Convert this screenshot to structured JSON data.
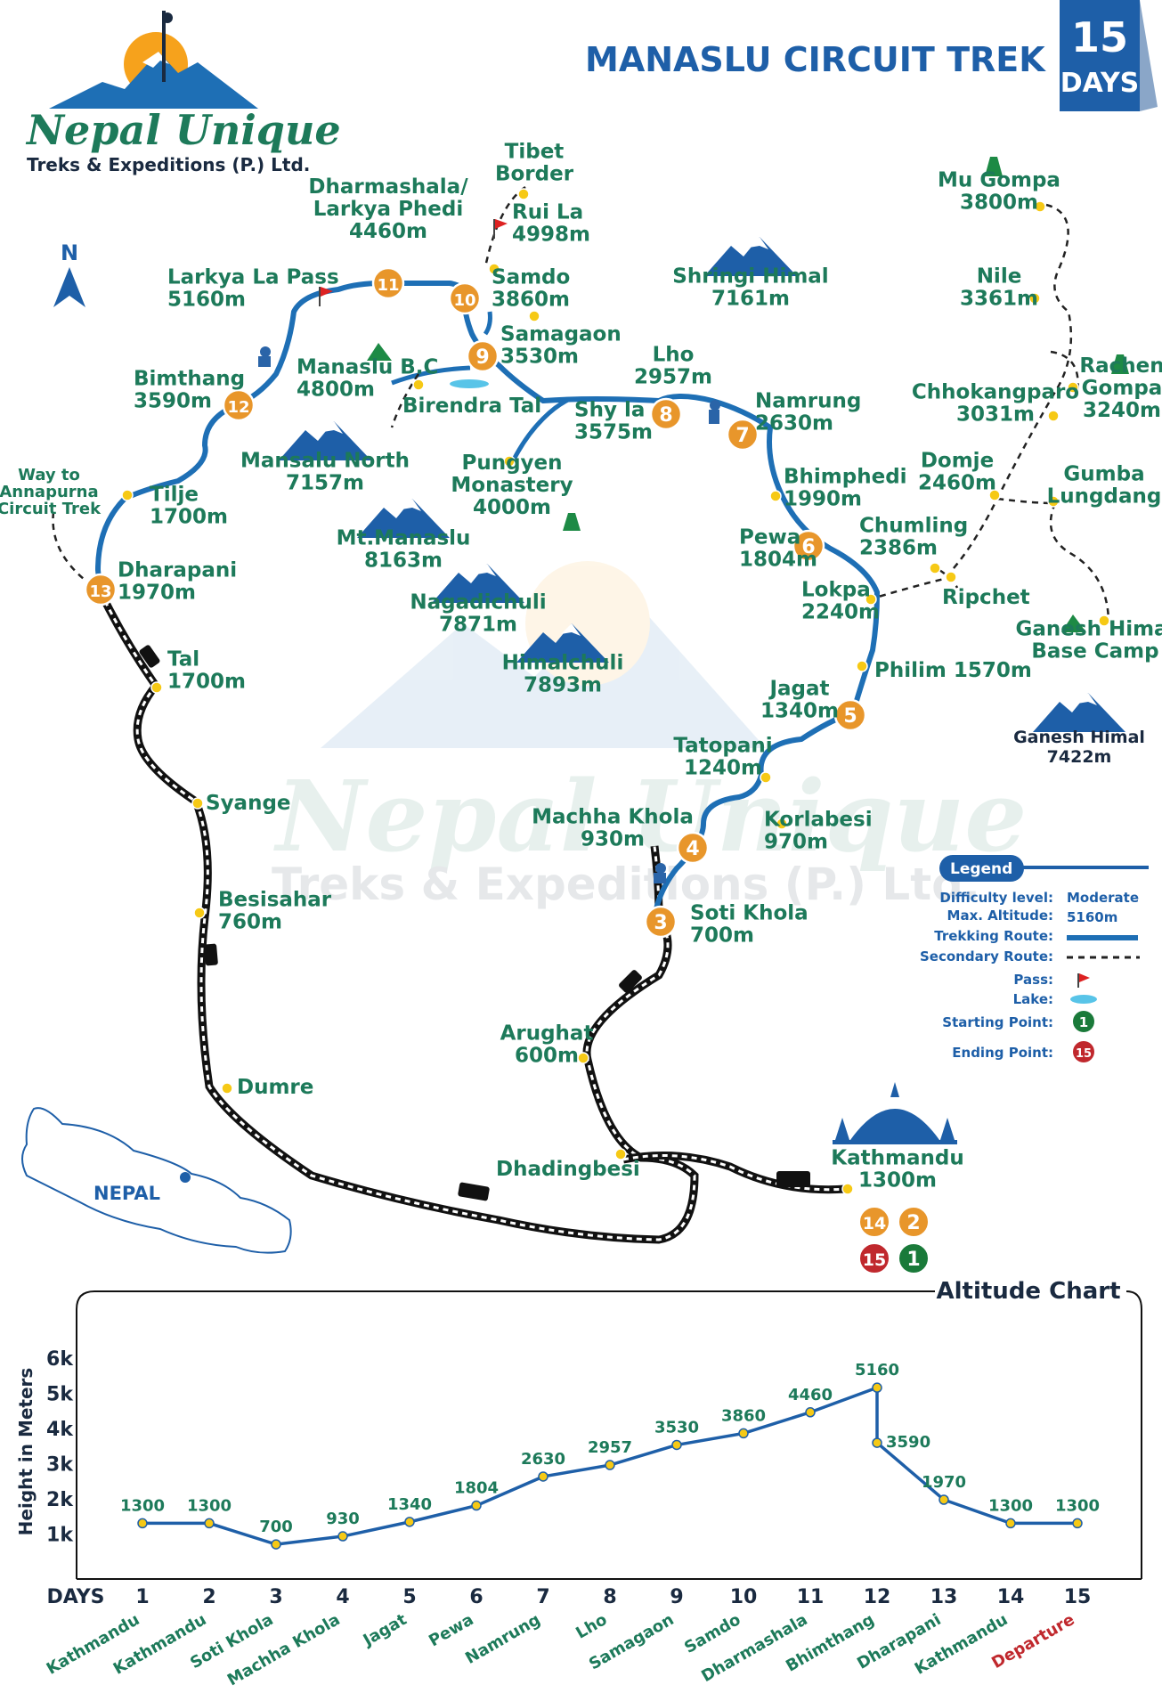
{
  "title": "MANASLU CIRCUIT TREK",
  "badge": {
    "number": "15",
    "unit": "DAYS"
  },
  "logo": {
    "name": "Nepal Unique",
    "subtitle": "Treks & Expeditions (P.) Ltd."
  },
  "compass": "N",
  "colors": {
    "route": "#1e6fb5",
    "label": "#1d7a5a",
    "day_marker": "#e8962b",
    "start": "#1a7a3a",
    "end": "#c0282d",
    "point": "#f6c915"
  },
  "places": {
    "tibet": [
      "Tibet",
      "Border"
    ],
    "ruila": [
      "Rui La",
      "4998m"
    ],
    "dharmashala": [
      "Dharmashala/",
      "Larkya Phedi",
      "4460m"
    ],
    "larkya": [
      "Larkya La Pass",
      "5160m"
    ],
    "samdo": [
      "Samdo",
      "3860m"
    ],
    "samagaon": [
      "Samagaon",
      "3530m"
    ],
    "manaslubc": [
      "Manaslu B.C",
      "4800m"
    ],
    "birendra": "Birendra Tal",
    "bimthang": [
      "Bimthang",
      "3590m"
    ],
    "wayto": [
      "Way to",
      "Annapurna",
      "Circuit Trek"
    ],
    "tilje": [
      "Tilje",
      "1700m"
    ],
    "dharapani": [
      "Dharapani",
      "1970m"
    ],
    "tal": [
      "Tal",
      "1700m"
    ],
    "syange": "Syange",
    "besisahar": [
      "Besisahar",
      "760m"
    ],
    "dumre": "Dumre",
    "lho": [
      "Lho",
      "2957m"
    ],
    "shyla": [
      "Shy la",
      "3575m"
    ],
    "namrung": [
      "Namrung",
      "2630m"
    ],
    "pungyen": [
      "Pungyen",
      "Monastery",
      "4000m"
    ],
    "bhimphedi": [
      "Bhimphedi",
      "1990m"
    ],
    "pewa": [
      "Pewa",
      "1804m"
    ],
    "lokpa": [
      "Lokpa",
      "2240m"
    ],
    "chumling": [
      "Chumling",
      "2386m"
    ],
    "ripchet": "Ripchet",
    "philim": "Philim 1570m",
    "jagat": [
      "Jagat",
      "1340m"
    ],
    "tatopani": [
      "Tatopani",
      "1240m"
    ],
    "machha": [
      "Machha Khola",
      "930m"
    ],
    "korlabesi": [
      "Korlabesi",
      "970m"
    ],
    "soti": [
      "Soti Khola",
      "700m"
    ],
    "arughat": [
      "Arughat",
      "600m"
    ],
    "dhadingbesi": "Dhadingbesi",
    "kathmandu": [
      "Kathmandu",
      "1300m"
    ],
    "mugompa": [
      "Mu Gompa",
      "3800m"
    ],
    "nile": [
      "Nile",
      "3361m"
    ],
    "chhokang": [
      "Chhokangparo",
      "3031m"
    ],
    "rachen": [
      "Rachen",
      "Gompa",
      "3240m"
    ],
    "domje": [
      "Domje",
      "2460m"
    ],
    "gumba": [
      "Gumba",
      "Lungdang"
    ],
    "ganeshbc": [
      "Ganesh Himal",
      "Base Camp"
    ],
    "nepal": "NEPAL"
  },
  "mountains": {
    "shringi": [
      "Shringi Himal",
      "7161m"
    ],
    "mansalunorth": [
      "Mansalu North",
      "7157m"
    ],
    "mtmanaslu": [
      "Mt.Manaslu",
      "8163m"
    ],
    "nagadichuli": [
      "Nagadichuli",
      "7871m"
    ],
    "himalchuli": [
      "Himalchuli",
      "7893m"
    ],
    "ganesh": [
      "Ganesh Himal",
      "7422m"
    ]
  },
  "legend": {
    "title": "Legend",
    "difficulty_label": "Difficulty level:",
    "difficulty_value": "Moderate",
    "altitude_label": "Max. Altitude:",
    "altitude_value": "5160m",
    "trekking": "Trekking Route:",
    "secondary": "Secondary Route:",
    "pass": "Pass:",
    "lake": "Lake:",
    "starting": "Starting Point:",
    "ending": "Ending Point:",
    "start_num": "1",
    "end_num": "15"
  },
  "day_markers": [
    "2",
    "3",
    "4",
    "5",
    "6",
    "7",
    "8",
    "9",
    "10",
    "11",
    "12",
    "13",
    "14"
  ],
  "kathmandu_markers": [
    "14",
    "2",
    "15",
    "1"
  ],
  "chart_data": {
    "type": "line",
    "title": "Altitude Chart",
    "ylabel": "Height in Meters",
    "xlabel": "DAYS",
    "ytick_labels": [
      "1k",
      "2k",
      "3k",
      "4k",
      "5k",
      "6k"
    ],
    "yticks": [
      1000,
      2000,
      3000,
      4000,
      5000,
      6000
    ],
    "ylim": [
      500,
      6000
    ],
    "x": [
      1,
      2,
      3,
      4,
      5,
      6,
      7,
      8,
      9,
      10,
      11,
      12,
      13,
      14,
      15
    ],
    "day_labels": [
      "1",
      "2",
      "3",
      "4",
      "5",
      "6",
      "7",
      "8",
      "9",
      "10",
      "11",
      "12",
      "13",
      "14",
      "15"
    ],
    "values": [
      1300,
      1300,
      700,
      930,
      1340,
      1804,
      2630,
      2957,
      3530,
      3860,
      4460,
      5160,
      3590,
      1970,
      1300,
      1300
    ],
    "value_labels": [
      "1300",
      "1300",
      "700",
      "930",
      "1340",
      "1804",
      "2630",
      "2957",
      "3530",
      "3860",
      "4460",
      "5160",
      "3590",
      "1970",
      "1300",
      "1300"
    ],
    "point_x": [
      1,
      2,
      3,
      4,
      5,
      6,
      7,
      8,
      9,
      10,
      11,
      12,
      12,
      13,
      14,
      15
    ],
    "categories": [
      "Kathmandu",
      "Kathmandu",
      "Soti Khola",
      "Machha Khola",
      "Jagat",
      "Pewa",
      "Namrung",
      "Lho",
      "Samagaon",
      "Samdo",
      "Dharmashala",
      "Bhimthang",
      "Dharapani",
      "Kathmandu",
      "Departure"
    ]
  }
}
